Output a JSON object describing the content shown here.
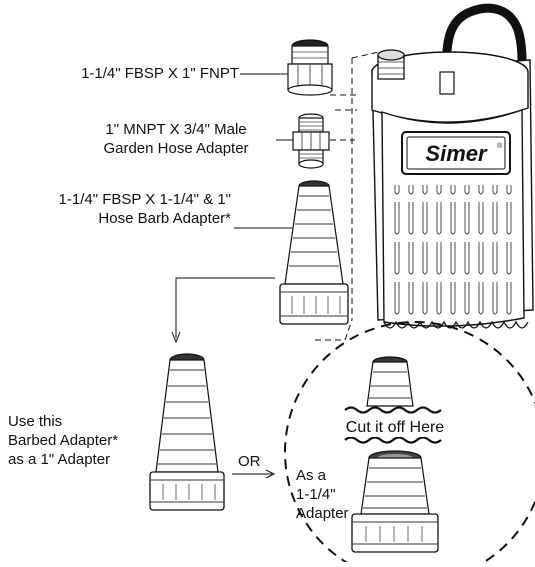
{
  "labels": {
    "fbsp_fnpt": "1-1/4\" FBSP X 1\" FNPT",
    "mnpt_line1": "1\" MNPT X 3/4\" Male",
    "mnpt_line2": "Garden Hose Adapter",
    "barb_line1": "1-1/4\" FBSP X 1-1/4\" & 1\"",
    "barb_line2": "Hose Barb Adapter*",
    "use_line1": "Use this",
    "use_line2": "Barbed Adapter*",
    "use_line3": "as a  1\" Adapter",
    "or": "OR",
    "cut": "Cut it off Here",
    "as_line1": "As a",
    "as_line2": "1-1/4\"",
    "as_line3": "Adapter"
  },
  "brand": {
    "logo_text": "Simer",
    "registered": "®"
  },
  "colors": {
    "line": "#111111",
    "fill": "#ffffff",
    "shade": "#cfcfcf",
    "dark": "#222222"
  }
}
